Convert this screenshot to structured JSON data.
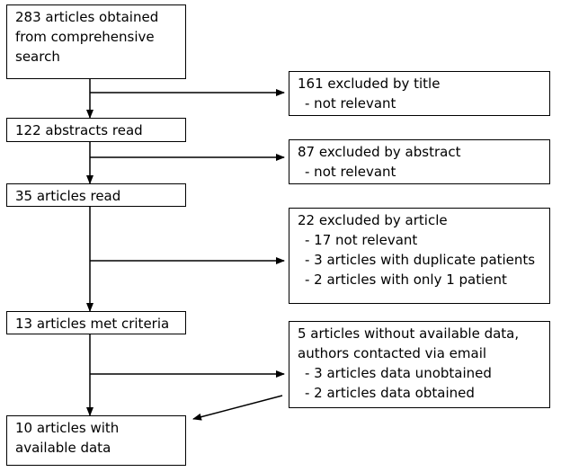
{
  "flow": {
    "search": {
      "lines": [
        "283 articles obtained",
        "from comprehensive",
        "search"
      ]
    },
    "abstracts_read": {
      "lines": [
        "122 abstracts read"
      ]
    },
    "articles_read": {
      "lines": [
        "35 articles read"
      ]
    },
    "met_criteria": {
      "lines": [
        "13 articles met criteria"
      ]
    },
    "final": {
      "lines": [
        "10 articles with",
        "available data"
      ]
    }
  },
  "exclusions": {
    "by_title": {
      "lines": [
        "161 excluded by title",
        "- not relevant"
      ]
    },
    "by_abstract": {
      "lines": [
        "87 excluded by abstract",
        "- not relevant"
      ]
    },
    "by_article": {
      "lines": [
        "22 excluded by article",
        "- 17 not relevant",
        "- 3 articles with duplicate patients",
        "- 2 articles with only 1 patient"
      ]
    },
    "contacted": {
      "lines": [
        "5 articles without available data,",
        "authors contacted via email",
        "- 3 articles data unobtained",
        "- 2 articles data obtained"
      ]
    }
  }
}
